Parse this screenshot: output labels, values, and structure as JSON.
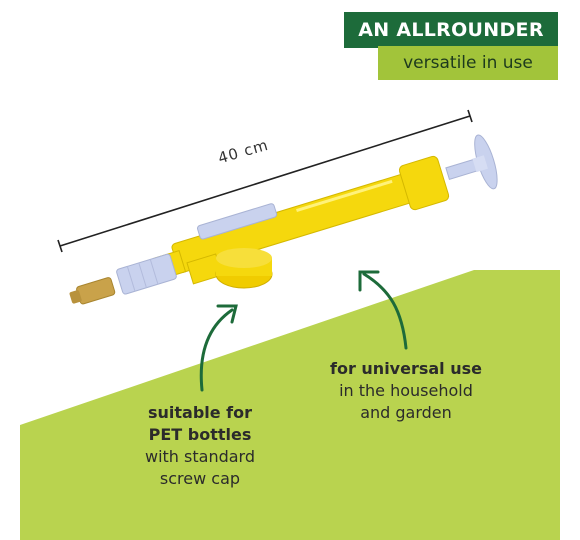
{
  "badge": {
    "title": "AN ALLROUNDER",
    "subtitle": "versatile in use"
  },
  "dimension": {
    "label": "40 cm"
  },
  "callouts": {
    "left": {
      "bold_line1": "suitable for",
      "bold_line2": "PET bottles",
      "line3": "with standard",
      "line4": "screw cap"
    },
    "right": {
      "bold_line1": "for universal use",
      "line2": "in the household",
      "line3": "and garden"
    }
  },
  "colors": {
    "green_dark": "#1d6b3a",
    "green_light": "#a2c43a",
    "background_band": "#b9d34f",
    "pump_yellow": "#f5d80d",
    "pump_lavender": "#c9d2ee",
    "nozzle_brass": "#c9a24a"
  }
}
